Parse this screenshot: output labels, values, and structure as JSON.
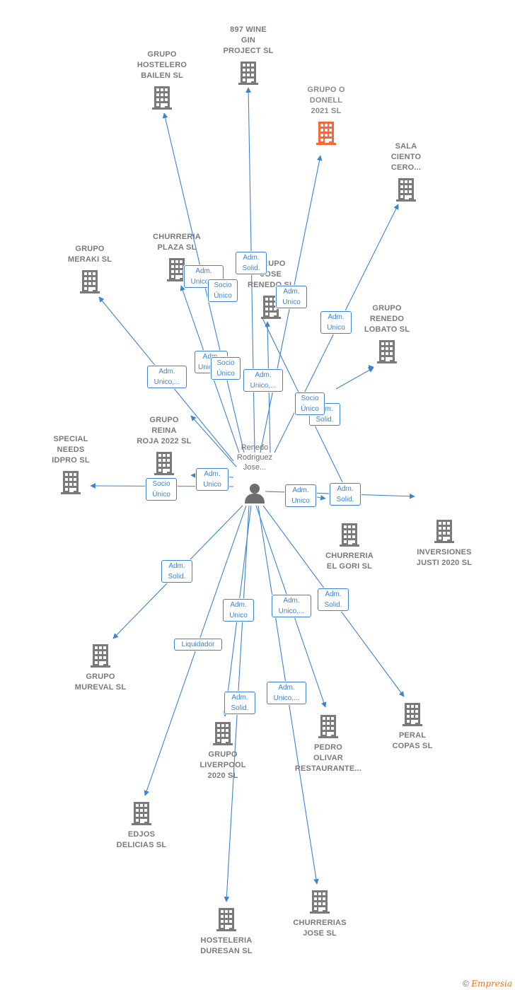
{
  "center": {
    "label": "Renedo\nRodriguez\nJose..."
  },
  "companies": [
    {
      "id": "c0",
      "label": "897 WINE\nGIN\nPROJECT  SL"
    },
    {
      "id": "c1",
      "label": "GRUPO\nHOSTELERO\nBAILEN  SL"
    },
    {
      "id": "c2",
      "label": "GRUPO O\nDONELL\n2021  SL",
      "highlight": true
    },
    {
      "id": "c3",
      "label": "SALA\nCIENTO\nCERO..."
    },
    {
      "id": "c4",
      "label": "CHURRERIA\nPLAZA  SL"
    },
    {
      "id": "c5",
      "label": "GRUPO\nMERAKI  SL"
    },
    {
      "id": "c6",
      "label": "GRUPO\nJOSE\nRENEDO  SL"
    },
    {
      "id": "c7",
      "label": "GRUPO\nRENEDO\nLOBATO SL"
    },
    {
      "id": "c8",
      "label": "GRUPO\nREINA\nROJA 2022  SL"
    },
    {
      "id": "c9",
      "label": "SPECIAL\nNEEDS\nIDPRO  SL"
    },
    {
      "id": "c10",
      "label": "CHURRERIA\nEL GORI  SL"
    },
    {
      "id": "c11",
      "label": "INVERSIONES\nJUSTI 2020  SL"
    },
    {
      "id": "c12",
      "label": "GRUPO\nMUREVAL  SL"
    },
    {
      "id": "c13",
      "label": "GRUPO\nLIVERPOOL\n2020  SL"
    },
    {
      "id": "c14",
      "label": "PEDRO\nOLIVAR\nRESTAURANTE..."
    },
    {
      "id": "c15",
      "label": "PERAL\nCOPAS SL"
    },
    {
      "id": "c16",
      "label": "EDJOS\nDELICIAS SL"
    },
    {
      "id": "c17",
      "label": "HOSTELERIA\nDURESAN SL"
    },
    {
      "id": "c18",
      "label": "CHURRERIAS\nJOSE  SL"
    }
  ],
  "roles": [
    {
      "id": "r0",
      "text": "Adm.\nSolid."
    },
    {
      "id": "r1",
      "text": "Adm.\nUnico,..."
    },
    {
      "id": "r2",
      "text": "Socio\nÚnico"
    },
    {
      "id": "r3",
      "text": "Adm.\nUnico"
    },
    {
      "id": "r4",
      "text": "Adm.\nUnico"
    },
    {
      "id": "r5",
      "text": "Adm.\nUnico,..."
    },
    {
      "id": "r6",
      "text": "Adm.\nUnico,..."
    },
    {
      "id": "r7",
      "text": "Socio\nÚnico"
    },
    {
      "id": "r8",
      "text": "Adm.\nUnico,..."
    },
    {
      "id": "r9",
      "text": "Adm.\nSolid."
    },
    {
      "id": "r10",
      "text": "Socio\nÚnico"
    },
    {
      "id": "r11",
      "text": "Adm.\nUnico"
    },
    {
      "id": "r12",
      "text": "Socio\nÚnico"
    },
    {
      "id": "r13",
      "text": "Adm.\nUnico"
    },
    {
      "id": "r14",
      "text": "Adm.\nSolid."
    },
    {
      "id": "r15",
      "text": "Adm.\nSolid."
    },
    {
      "id": "r16",
      "text": "Adm.\nUnico"
    },
    {
      "id": "r17",
      "text": "Adm.\nUnico,..."
    },
    {
      "id": "r18",
      "text": "Adm.\nSolid."
    },
    {
      "id": "r19",
      "text": "Liquidador"
    },
    {
      "id": "r20",
      "text": "Adm.\nSolid."
    },
    {
      "id": "r21",
      "text": "Adm.\nUnico,..."
    }
  ],
  "colors": {
    "edge": "#3b84d4",
    "building": "#7a7a7a",
    "highlight": "#f26a3b",
    "person": "#6e6e6e"
  },
  "footer": {
    "copyright": "©",
    "brand": "Empresia"
  }
}
